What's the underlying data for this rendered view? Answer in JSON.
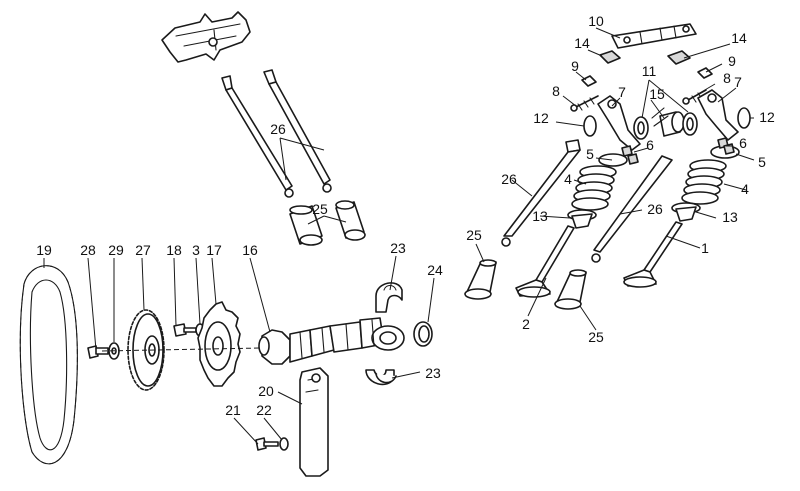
{
  "callouts": [
    {
      "text": "10"
    },
    {
      "text": "14"
    },
    {
      "text": "14"
    },
    {
      "text": "9"
    },
    {
      "text": "9"
    },
    {
      "text": "8"
    },
    {
      "text": "8"
    },
    {
      "text": "11"
    },
    {
      "text": "7"
    },
    {
      "text": "7"
    },
    {
      "text": "15"
    },
    {
      "text": "12"
    },
    {
      "text": "12"
    },
    {
      "text": "26"
    },
    {
      "text": "5"
    },
    {
      "text": "6"
    },
    {
      "text": "6"
    },
    {
      "text": "5"
    },
    {
      "text": "26"
    },
    {
      "text": "4"
    },
    {
      "text": "4"
    },
    {
      "text": "26"
    },
    {
      "text": "25"
    },
    {
      "text": "13"
    },
    {
      "text": "13"
    },
    {
      "text": "25"
    },
    {
      "text": "1"
    },
    {
      "text": "2"
    },
    {
      "text": "25"
    },
    {
      "text": "19"
    },
    {
      "text": "28"
    },
    {
      "text": "29"
    },
    {
      "text": "27"
    },
    {
      "text": "18"
    },
    {
      "text": "3"
    },
    {
      "text": "17"
    },
    {
      "text": "16"
    },
    {
      "text": "23"
    },
    {
      "text": "24"
    },
    {
      "text": "23"
    },
    {
      "text": "20"
    },
    {
      "text": "21"
    },
    {
      "text": "22"
    }
  ]
}
